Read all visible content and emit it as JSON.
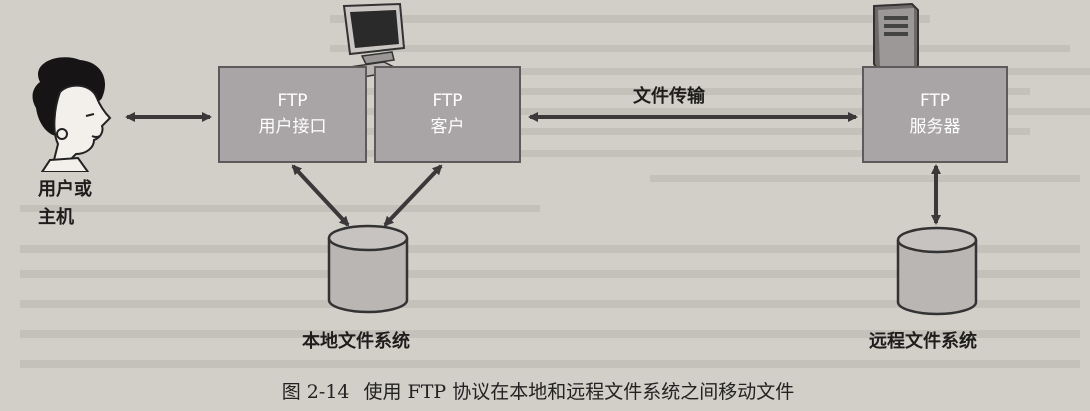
{
  "user_host": {
    "line1": "用户或",
    "line2": "主机"
  },
  "ftp_ui": {
    "line1": "FTP",
    "line2": "用户接口"
  },
  "ftp_client": {
    "line1": "FTP",
    "line2": "客户"
  },
  "ftp_server": {
    "line1": "FTP",
    "line2": "服务器"
  },
  "file_transfer": "文件传输",
  "local_fs": "本地文件系统",
  "remote_fs": "远程文件系统",
  "caption": {
    "number": "图 2-14",
    "text": "使用 FTP 协议在本地和远程文件系统之间移动文件"
  },
  "colors": {
    "box": "#a9a5a6",
    "arrow": "#3a3838",
    "disk": "#b9b6b4",
    "background": "#d2cec8"
  }
}
